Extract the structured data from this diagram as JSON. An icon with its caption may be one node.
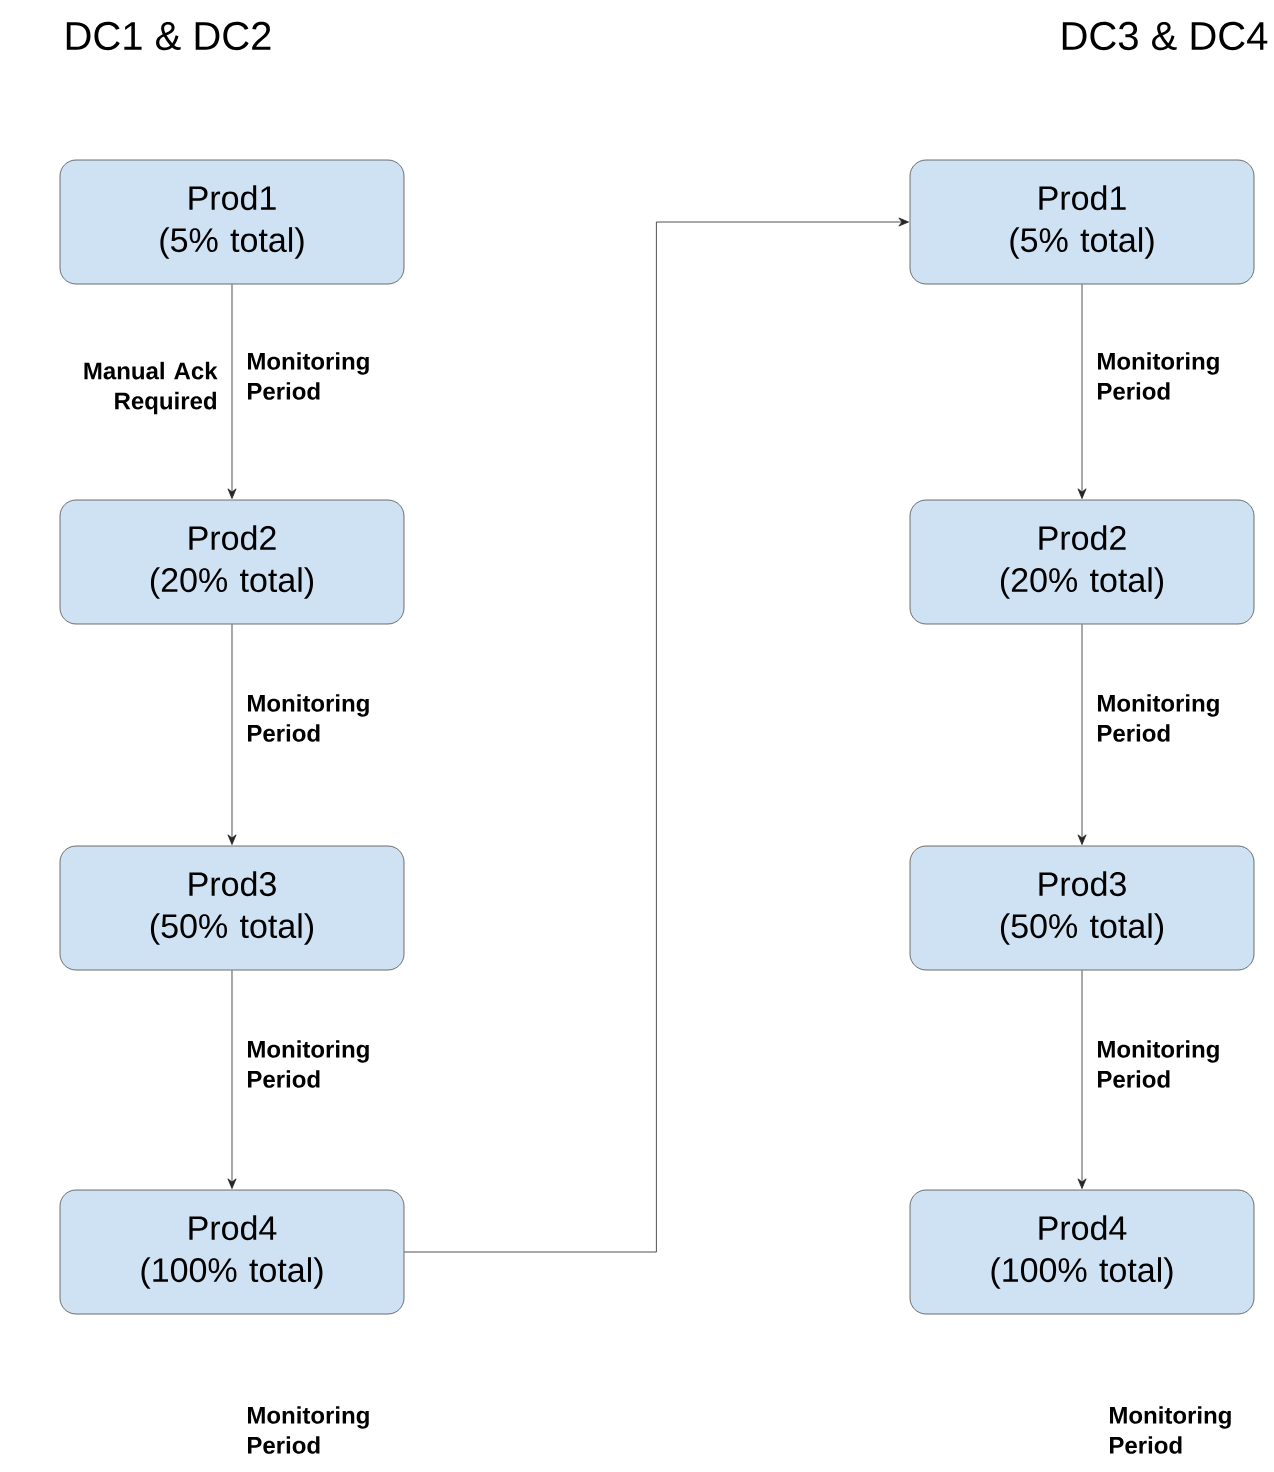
{
  "diagram": {
    "nodes": [
      {
        "text": [
          "Prod1 (5% total)"
        ]
      },
      {
        "text": [
          "Prod2 (20% total)"
        ]
      },
      {
        "text": [
          "Prod3 (50% total)"
        ]
      },
      {
        "text": [
          "Prod4 (100% total)"
        ]
      },
      {
        "text": [
          "Prod1 (5% total)"
        ]
      },
      {
        "text": [
          "Prod2 (20% total)"
        ]
      },
      {
        "text": [
          "Prod3 (50% total)"
        ]
      },
      {
        "text": [
          "Prod4 (100% total)"
        ]
      }
    ],
    "edges": [
      {
        "from": 0,
        "to": 1,
        "arrow": "to",
        "label": "Monitoring Period"
      },
      {
        "from": 1,
        "to": 2,
        "arrow": "to",
        "label": "Monitoring Period"
      },
      {
        "from": 2,
        "to": 3,
        "arrow": "to",
        "label": "Monitoring Period"
      },
      {
        "from": 3,
        "to": 4,
        "arrow": "to"
      },
      {
        "from": 4,
        "to": 5,
        "arrow": "to",
        "label": "Monitoring Period"
      },
      {
        "from": 5,
        "to": 6,
        "arrow": "to",
        "label": "Monitoring Period"
      },
      {
        "from": 6,
        "to": 7,
        "arrow": "to",
        "label": "Monitoring Period"
      }
    ],
    "labels": [
      "DC1 & DC2",
      "DC3 & DC4",
      "Manual Ack Required",
      "Monitoring Period",
      "Monitoring Period"
    ]
  }
}
